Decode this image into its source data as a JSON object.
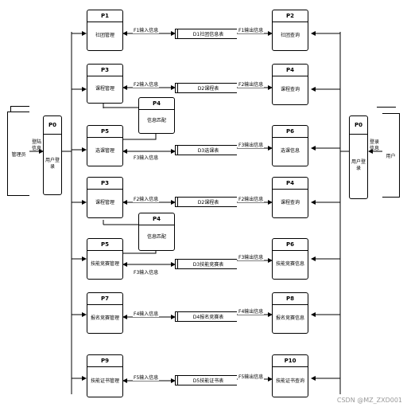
{
  "diagram": {
    "processes": {
      "p1": {
        "id": "P1",
        "name": "社团管理"
      },
      "p2": {
        "id": "P2",
        "name": "社团查询"
      },
      "p3a": {
        "id": "P3",
        "name": "课程管理"
      },
      "p4a": {
        "id": "P4",
        "name": "课程查询"
      },
      "p4c": {
        "id": "P4",
        "name": "信息匹配"
      },
      "p5a": {
        "id": "P5",
        "name": "选课管理"
      },
      "p6a": {
        "id": "P6",
        "name": "选课信息"
      },
      "p3b": {
        "id": "P3",
        "name": "课程管理"
      },
      "p4b": {
        "id": "P4",
        "name": "课程查询"
      },
      "p4d": {
        "id": "P4",
        "name": "信息匹配"
      },
      "p5b": {
        "id": "P5",
        "name": "技能竞赛管理"
      },
      "p6b": {
        "id": "P6",
        "name": "技能竞赛信息"
      },
      "p7": {
        "id": "P7",
        "name": "报名竞赛管理"
      },
      "p8": {
        "id": "P8",
        "name": "报名竞赛信息"
      },
      "p9": {
        "id": "P9",
        "name": "技能证书管理"
      },
      "p10": {
        "id": "P10",
        "name": "技能证书查询"
      },
      "p0l": {
        "id": "P0",
        "name": "用户登录"
      },
      "p0r": {
        "id": "P0",
        "name": "用户登录"
      }
    },
    "stores": {
      "d1": "D1社团信息表",
      "d2a": "D2课程表",
      "d3a": "D3选课表",
      "d2b": "D2课程表",
      "d3b": "D3技能竞赛表",
      "d4": "D4报名竞赛表",
      "d5": "D5技能证书表"
    },
    "entities": {
      "admin": "管理员",
      "user": "用户"
    },
    "flows": {
      "f1in": "F1输入信息",
      "f1out": "F1输出信息",
      "f2in_a": "F2输入信息",
      "f2out_a": "F2输出信息",
      "f3in_a": "F3输入信息",
      "f3out_a": "F3输出信息",
      "f2in_b": "F2输入信息",
      "f2out_b": "F2输出信息",
      "f3in_b": "F3输入信息",
      "f3out_b": "F3输出信息",
      "f4in": "F4输入信息",
      "f4out": "F4输出信息",
      "f5in": "F5输入信息",
      "f5out": "F5输出信息",
      "login_l": "登陆信息",
      "login_r": "登录信息"
    },
    "watermark": "CSDN @MZ_ZXD001"
  }
}
